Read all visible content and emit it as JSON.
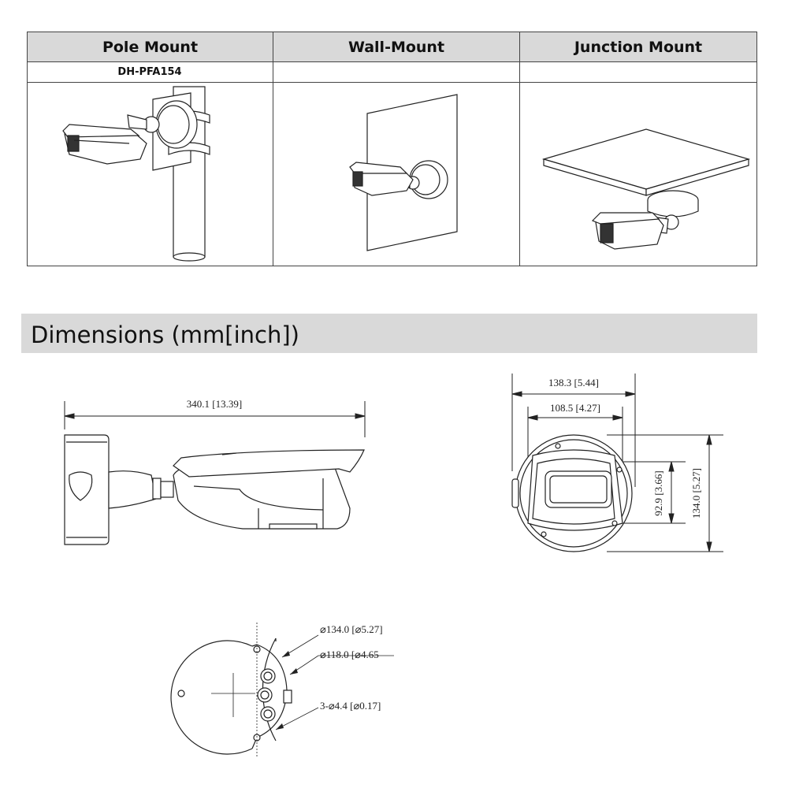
{
  "mount_table": {
    "headers": [
      "Pole Mount",
      "Wall-Mount",
      "Junction Mount"
    ],
    "pole_model": "DH-PFA154"
  },
  "section": {
    "title": "Dimensions (mm[inch])"
  },
  "dimensions": {
    "side_length": "340.1 [13.39]",
    "front_width_outer": "138.3 [5.44]",
    "front_width_inner": "108.5 [4.27]",
    "front_height_inner": "92.9 [3.66]",
    "front_height_outer": "134.0 [5.27]",
    "base_outer_diameter": "⌀134.0 [⌀5.27]",
    "base_inner_diameter": "⌀118.0 [⌀4.65",
    "base_holes": "3-⌀4.4 [⌀0.17]"
  }
}
